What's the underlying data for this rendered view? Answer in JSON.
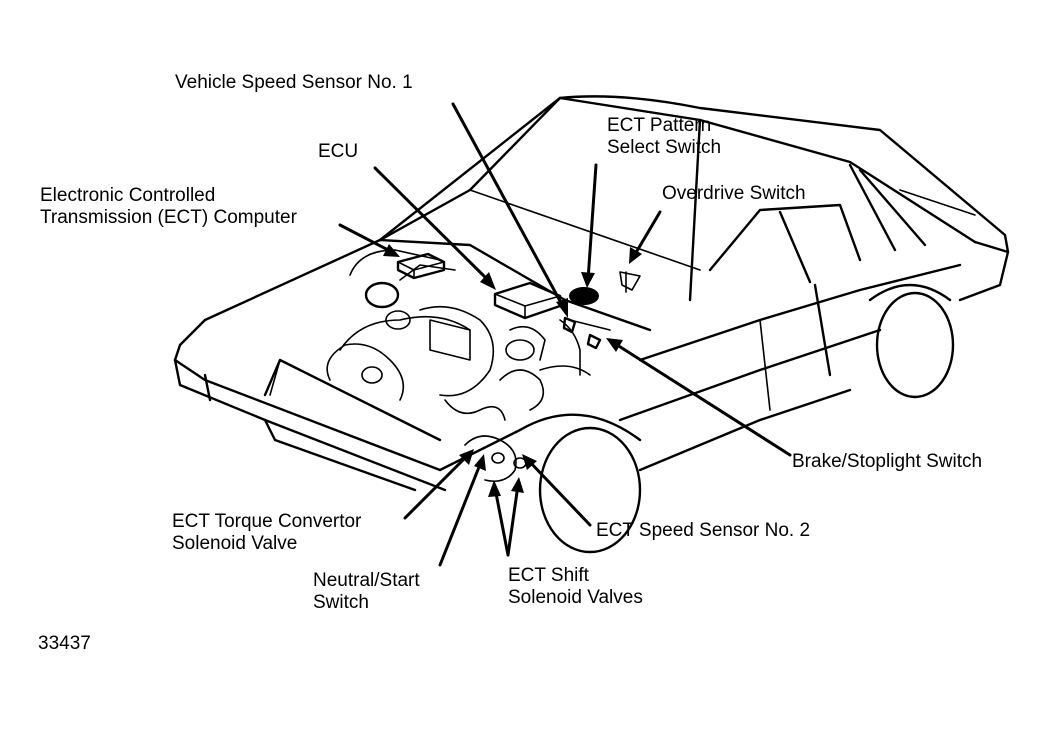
{
  "labels": {
    "vss1": "Vehicle Speed Sensor No. 1",
    "ecu": "ECU",
    "ect_pattern": [
      "ECT Pattern",
      "Select Switch"
    ],
    "overdrive": "Overdrive Switch",
    "ect_computer": [
      "Electronic Controlled",
      "Transmission (ECT) Computer"
    ],
    "brake": "Brake/Stoplight Switch",
    "torque_conv": [
      "ECT Torque Convertor",
      "Solenoid Valve"
    ],
    "speed2": "ECT Speed Sensor No. 2",
    "neutral": [
      "Neutral/Start",
      "Switch"
    ],
    "shift": [
      "ECT Shift",
      "Solenoid Valves"
    ]
  },
  "figure_number": "33437"
}
